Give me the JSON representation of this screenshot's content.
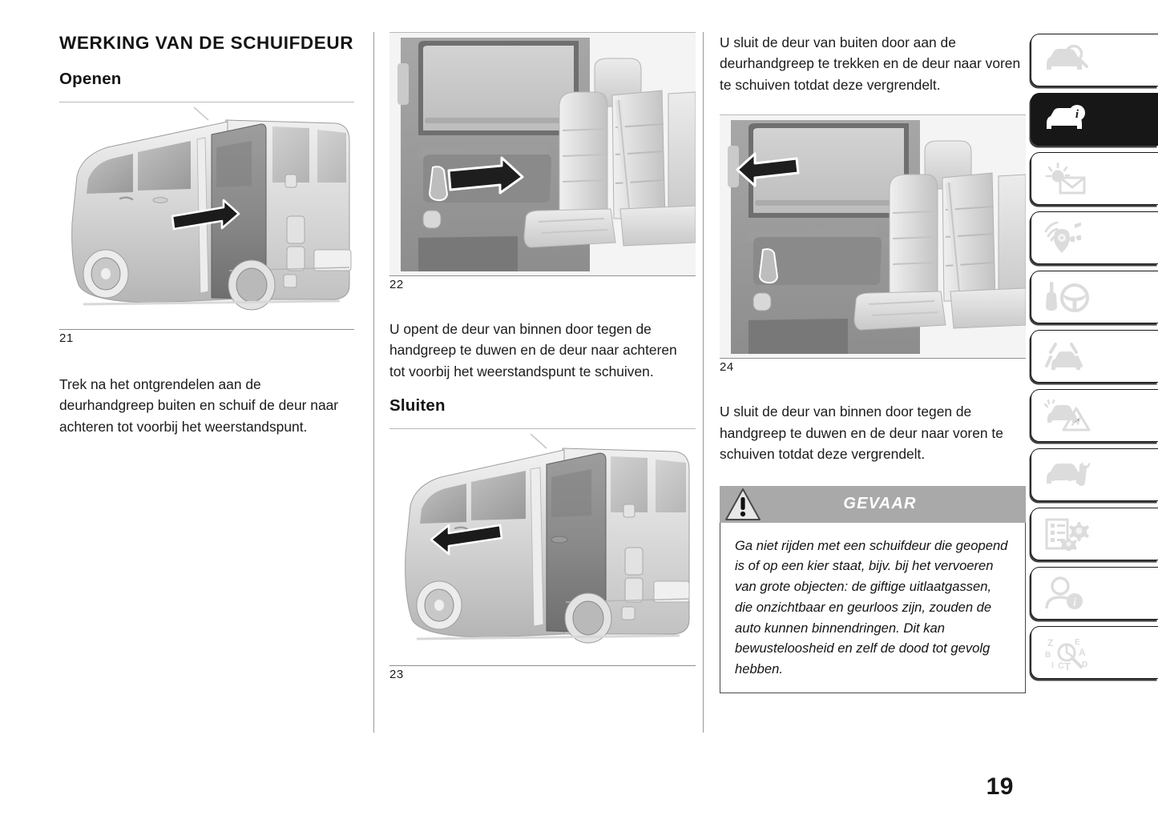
{
  "document": {
    "page_number": "19",
    "language": "nl"
  },
  "column_1": {
    "title": "WERKING VAN DE SCHUIFDEUR",
    "subheading": "Openen",
    "figure": {
      "caption": "21",
      "alt": "Zijaanzicht van bestelbus met geopende schuifdeur en zwarte pijl naar achteren"
    },
    "paragraph": "Trek na het ontgrendelen aan de deurhandgreep buiten en schuif de deur naar achteren tot voorbij het weerstandspunt."
  },
  "column_2": {
    "figure_top": {
      "caption": "22",
      "alt": "Interieur met binnenhandgreep van schuifdeur en zwarte pijl naar achteren"
    },
    "paragraph_1": "U opent de deur van binnen door tegen de handgreep te duwen en de deur naar achteren tot voorbij het weerstandspunt te schuiven.",
    "subheading": "Sluiten",
    "figure_bottom": {
      "caption": "23",
      "alt": "Zijaanzicht van bestelbus met schuifdeur en zwarte pijl naar voren"
    }
  },
  "column_3": {
    "paragraph_1": "U sluit de deur van buiten door aan de deurhandgreep te trekken en de deur naar voren te schuiven totdat deze vergrendelt.",
    "figure": {
      "caption": "24",
      "alt": "Interieur met schuifdeur en zwarte pijl naar voren bij het raam"
    },
    "paragraph_2": "U sluit de deur van binnen door tegen de handgreep te duwen en de deur naar voren te schuiven totdat deze vergrendelt.",
    "warning": {
      "label": "GEVAAR",
      "icon": "warning-triangle-icon",
      "text": "Ga niet rijden met een schuifdeur die geopend is of op een kier staat, bijv. bij het vervoeren van grote objecten: de giftige uitlaatgassen, die onzichtbaar en geurloos zijn, zouden de auto kunnen binnendringen. Dit kan bewusteloosheid en zelf de dood tot gevolg hebben."
    }
  },
  "tab_rail": {
    "items": [
      {
        "icon": "car-search-icon",
        "name": "tab-vehicle-overview",
        "active": false
      },
      {
        "icon": "car-info-icon",
        "name": "tab-vehicle-info",
        "active": true
      },
      {
        "icon": "climate-mail-icon",
        "name": "tab-comfort",
        "active": false
      },
      {
        "icon": "navigation-audio-icon",
        "name": "tab-multimedia",
        "active": false
      },
      {
        "icon": "steering-wheel-icon",
        "name": "tab-driving",
        "active": false
      },
      {
        "icon": "lane-assist-icon",
        "name": "tab-driver-assistance",
        "active": false
      },
      {
        "icon": "breakdown-warning-icon",
        "name": "tab-emergency",
        "active": false
      },
      {
        "icon": "car-wrench-icon",
        "name": "tab-maintenance",
        "active": false
      },
      {
        "icon": "specs-gears-icon",
        "name": "tab-technical-data",
        "active": false
      },
      {
        "icon": "person-info-icon",
        "name": "tab-user-info",
        "active": false
      },
      {
        "icon": "alphabetical-index-icon",
        "name": "tab-index",
        "active": false
      }
    ]
  },
  "colors": {
    "ink": "#141414",
    "rule": "#b9b9b9",
    "divider": "#9a9a9a",
    "warning_bar": "#a9a9a9",
    "tab_active_bg": "#171717",
    "tab_icon_inactive": "#dcdcdc"
  }
}
